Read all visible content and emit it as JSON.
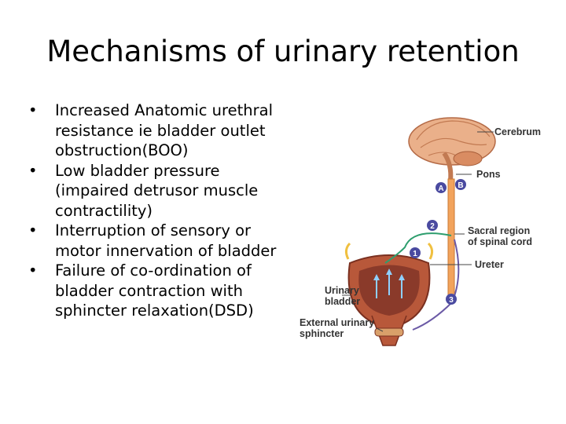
{
  "title": "Mechanisms of urinary retention",
  "bullets": [
    "Increased Anatomic urethral  resistance ie bladder outlet obstruction(BOO)",
    "Low bladder pressure (impaired detrusor muscle contractility)",
    "Interruption of sensory or motor innervation of bladder",
    "Failure of co-ordination of bladder contraction with sphincter relaxation(DSD)"
  ],
  "figure": {
    "labels": {
      "cerebrum": "Cerebrum",
      "pons": "Pons",
      "sacral_line1": "Sacral region",
      "sacral_line2": "of spinal cord",
      "ureter": "Ureter",
      "bladder_line1": "Urinary",
      "bladder_line2": "bladder",
      "sphincter_line1": "External urinary",
      "sphincter_line2": "sphincter"
    },
    "markers": {
      "a": "A",
      "b": "B",
      "n1": "1",
      "n2": "2",
      "n3": "3"
    },
    "colors": {
      "brain": "#e9a070",
      "spinal_cord": "#f2a35c",
      "bladder_wall": "#b8583a",
      "bladder_lumen": "#8a3a2a",
      "green_path": "#2e9e6e",
      "purple_path": "#6b5aa6",
      "marker_fill": "#4a4aa0"
    }
  }
}
